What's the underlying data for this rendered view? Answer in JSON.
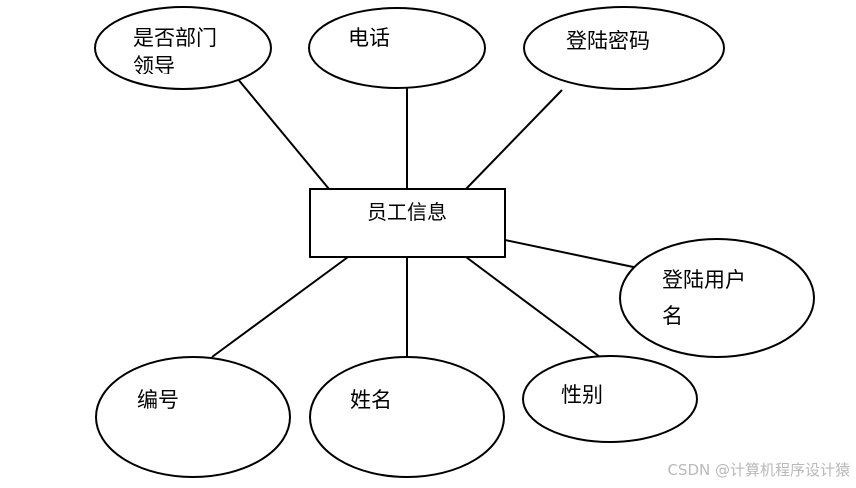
{
  "entity": {
    "label": "员工信息"
  },
  "attributes": [
    {
      "id": "is-dept-leader",
      "lines": [
        "是否部门",
        "领导"
      ]
    },
    {
      "id": "phone",
      "lines": [
        "电话"
      ]
    },
    {
      "id": "login-password",
      "lines": [
        "登陆密码"
      ]
    },
    {
      "id": "login-username",
      "lines": [
        "登陆用户",
        "名"
      ]
    },
    {
      "id": "gender",
      "lines": [
        "性别"
      ]
    },
    {
      "id": "name",
      "lines": [
        "姓名"
      ]
    },
    {
      "id": "employee-id",
      "lines": [
        "编号"
      ]
    }
  ],
  "watermark": "CSDN @计算机程序设计猿"
}
